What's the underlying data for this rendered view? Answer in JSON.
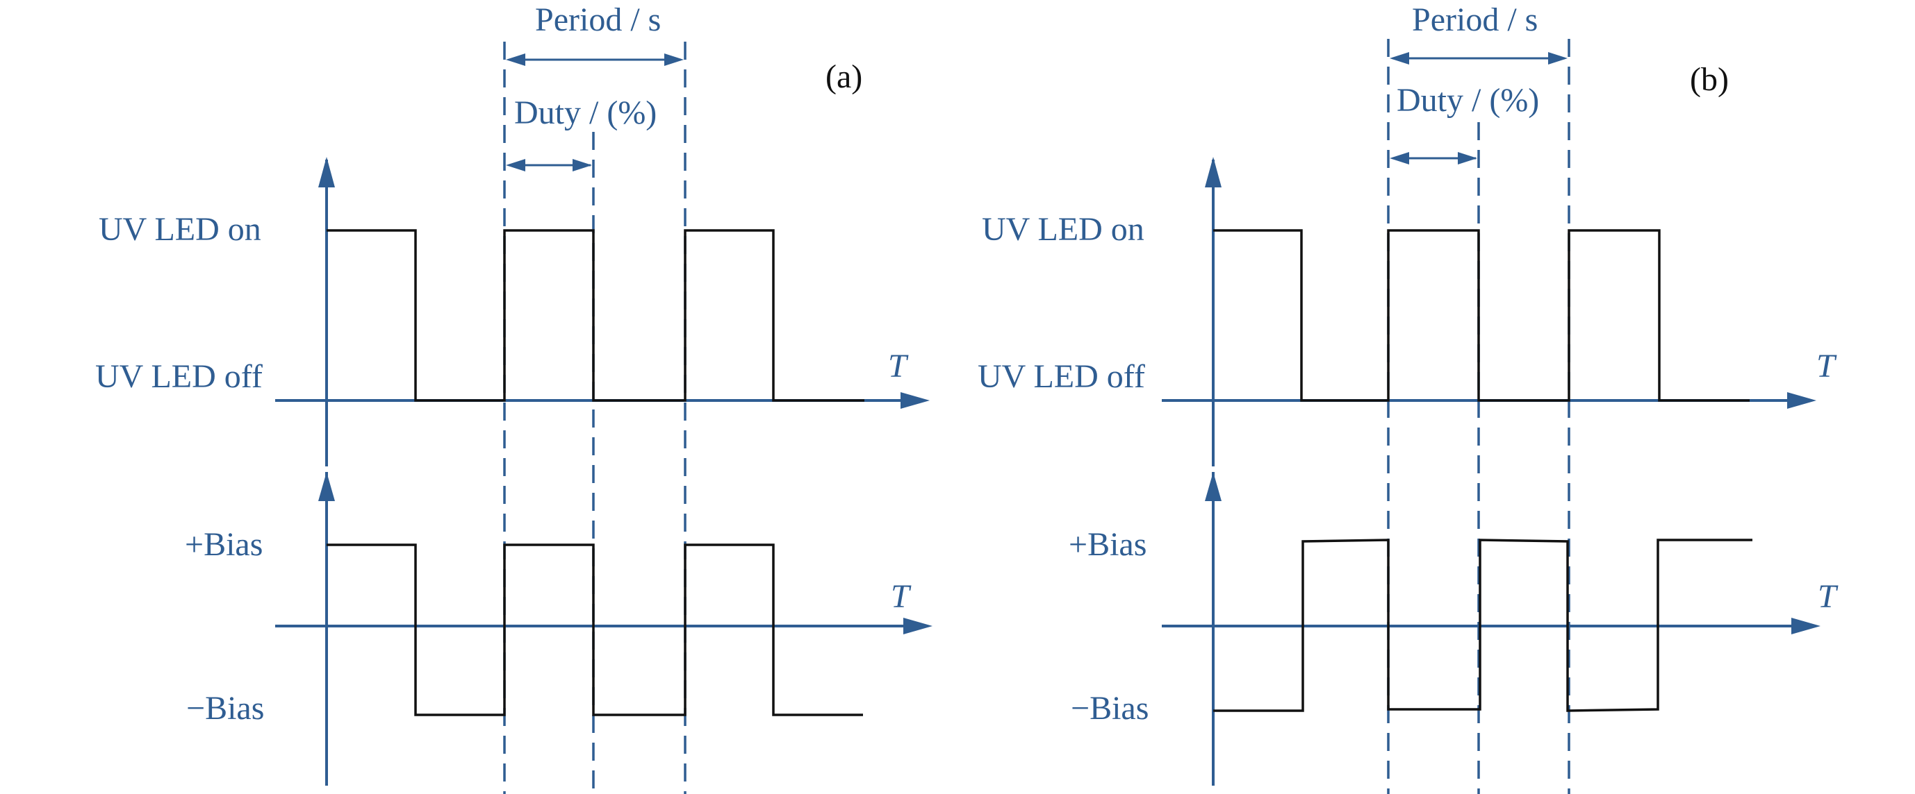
{
  "colors": {
    "axis": "#2f5d92",
    "waveform": "#111111",
    "background": "#ffffff"
  },
  "panels": [
    {
      "tag": "(a)",
      "period_label": "Period / s",
      "duty_label": "Duty / (%)",
      "led_on_label": "UV LED on",
      "led_off_label": "UV LED off",
      "bias_pos_label": "+Bias",
      "bias_neg_label": "−Bias",
      "time_axis_label_top": "T",
      "time_axis_label_bottom": "T",
      "led_levels": [
        1,
        0,
        1,
        0,
        1,
        0
      ],
      "bias_levels": [
        1,
        -1,
        1,
        -1,
        1,
        -1
      ]
    },
    {
      "tag": "(b)",
      "period_label": "Period / s",
      "duty_label": "Duty / (%)",
      "led_on_label": "UV LED on",
      "led_off_label": "UV LED off",
      "bias_pos_label": "+Bias",
      "bias_neg_label": "−Bias",
      "time_axis_label_top": "T",
      "time_axis_label_bottom": "T",
      "led_levels": [
        1,
        0,
        1,
        0,
        1,
        0
      ],
      "bias_levels": [
        -1,
        1,
        -1,
        1,
        -1,
        1
      ]
    }
  ]
}
